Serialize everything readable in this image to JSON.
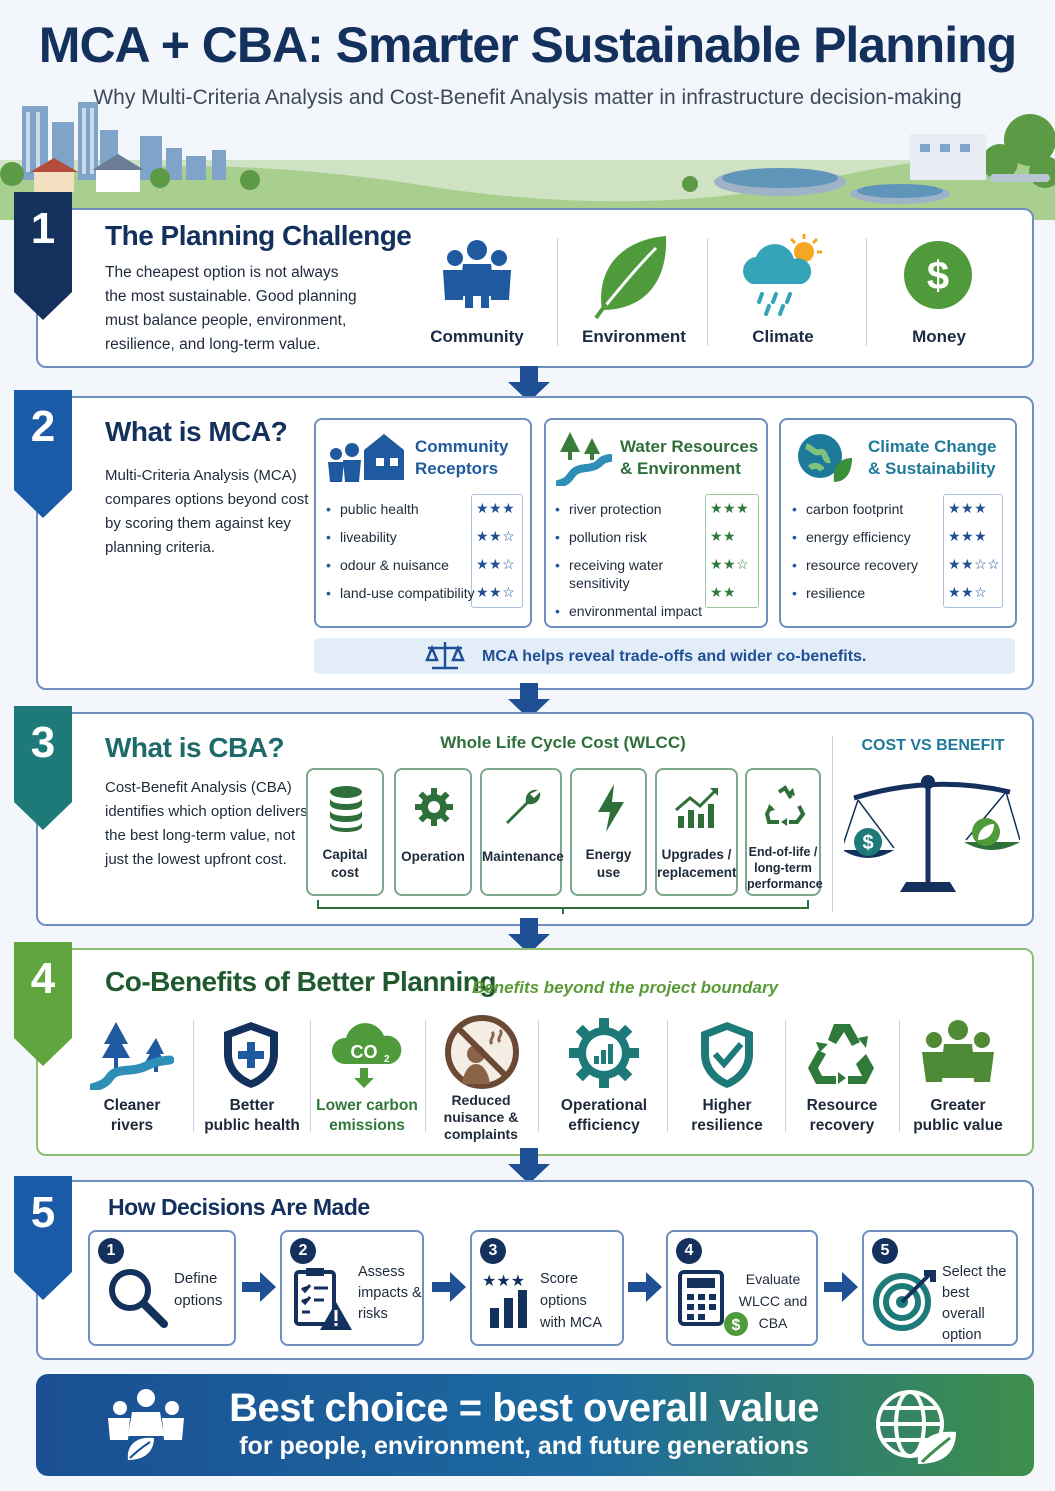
{
  "header": {
    "title": "MCA + CBA: Smarter Sustainable Planning",
    "subtitle": "Why Multi-Criteria Analysis and Cost-Benefit Analysis matter in infrastructure decision-making"
  },
  "s1": {
    "num": "1",
    "title": "The Planning Challenge",
    "text": [
      "The cheapest option is not always",
      "the most sustainable. Good planning",
      "must balance people, environment,",
      "resilience, and long-term value."
    ],
    "items": [
      {
        "label": "Community",
        "icon": "community-icon"
      },
      {
        "label": "Environment",
        "icon": "leaf-icon"
      },
      {
        "label": "Climate",
        "icon": "cloud-rain-icon"
      },
      {
        "label": "Money",
        "icon": "dollar-icon"
      }
    ]
  },
  "s2": {
    "num": "2",
    "title": "What is MCA?",
    "text": [
      "Multi-Criteria Analysis (MCA)",
      "compares options beyond cost",
      "by scoring them against key",
      "planning criteria."
    ],
    "cards": [
      {
        "title": [
          "Community",
          "Receptors"
        ],
        "items": [
          {
            "label": "public health",
            "stars": "★★★"
          },
          {
            "label": "liveability",
            "stars": "★★☆"
          },
          {
            "label": "odour & nuisance",
            "stars": "★★☆"
          },
          {
            "label": "land-use compatibility",
            "stars": "★★☆"
          }
        ]
      },
      {
        "title": [
          "Water Resources",
          "& Environment"
        ],
        "items": [
          {
            "label": "river protection",
            "stars": "★★★"
          },
          {
            "label": "pollution risk",
            "stars": "★★"
          },
          {
            "label": "receiving water",
            "label2": "sensitivity",
            "stars": "★★☆"
          },
          {
            "label": "environmental impact",
            "stars": "★★"
          }
        ]
      },
      {
        "title": [
          "Climate Change",
          "& Sustainability"
        ],
        "items": [
          {
            "label": "carbon footprint",
            "stars": "★★★"
          },
          {
            "label": "energy efficiency",
            "stars": "★★★"
          },
          {
            "label": "resource recovery",
            "stars": "★★☆☆"
          },
          {
            "label": "resilience",
            "stars": "★★☆"
          }
        ]
      }
    ],
    "note": "MCA helps reveal trade-offs and wider co-benefits."
  },
  "s3": {
    "num": "3",
    "title": "What is CBA?",
    "text": [
      "Cost-Benefit Analysis (CBA)",
      "identifies which option delivers",
      "the best long-term value, not",
      "just the lowest upfront cost."
    ],
    "wlcc_title": "Whole Life Cycle Cost (WLCC)",
    "wlcc": [
      {
        "l": [
          "Capital",
          "cost"
        ]
      },
      {
        "l": [
          "Operation"
        ]
      },
      {
        "l": [
          "Maintenance"
        ]
      },
      {
        "l": [
          "Energy",
          "use"
        ]
      },
      {
        "l": [
          "Upgrades /",
          "replacement"
        ]
      },
      {
        "l": [
          "End-of-life /",
          "long-term",
          "performance"
        ]
      }
    ],
    "cvb": "COST VS BENEFIT"
  },
  "s4": {
    "num": "4",
    "title": "Co-Benefits of Better Planning",
    "tagline": "Benefits beyond the project boundary",
    "items": [
      {
        "l": [
          "Cleaner",
          "rivers"
        ]
      },
      {
        "l": [
          "Better",
          "public health"
        ]
      },
      {
        "l": [
          "Lower carbon",
          "emissions"
        ]
      },
      {
        "l": [
          "Reduced",
          "nuisance &",
          "complaints"
        ]
      },
      {
        "l": [
          "Operational",
          "efficiency"
        ]
      },
      {
        "l": [
          "Higher",
          "resilience"
        ]
      },
      {
        "l": [
          "Resource",
          "recovery"
        ]
      },
      {
        "l": [
          "Greater",
          "public value"
        ]
      }
    ]
  },
  "s5": {
    "num": "5",
    "title": "How Decisions Are Made",
    "steps": [
      {
        "n": "1",
        "l": [
          "Define",
          "options"
        ]
      },
      {
        "n": "2",
        "l": [
          "Assess",
          "impacts &",
          "risks"
        ]
      },
      {
        "n": "3",
        "l": [
          "Score options",
          "with MCA"
        ]
      },
      {
        "n": "4",
        "l": [
          "Evaluate",
          "WLCC and CBA"
        ]
      },
      {
        "n": "5",
        "l": [
          "Select the",
          "best overall",
          "option"
        ]
      }
    ]
  },
  "footer": {
    "line1": "Best choice = best overall value",
    "line2": "for people, environment, and future generations"
  },
  "colors": {
    "navy": "#13315c",
    "blue": "#1f5aa0",
    "teal": "#1e7a78",
    "green": "#2f7a3a",
    "lightgreen": "#5fa63f"
  }
}
